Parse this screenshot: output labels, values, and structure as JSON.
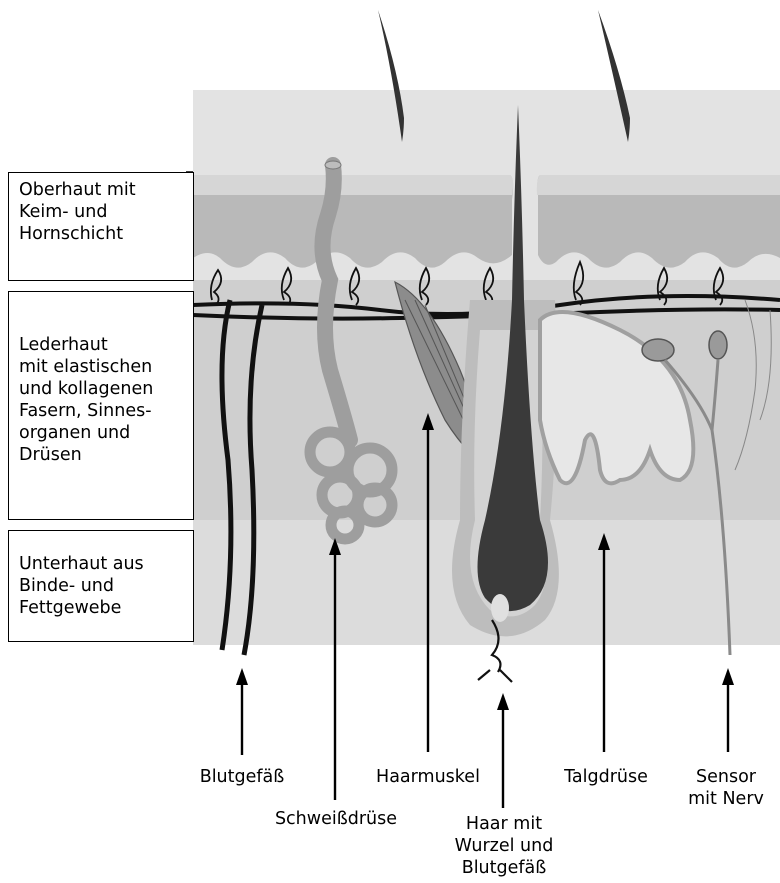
{
  "layers": {
    "epidermis": "Oberhaut mit\nKeim- und\nHornschicht",
    "dermis": "Lederhaut\nmit elastischen\nund kollagenen\nFasern, Sinnes-\norganen und\nDrüsen",
    "subcutis": "Unterhaut aus\nBinde- und\nFettgewebe"
  },
  "labels": {
    "blood_vessel": "Blutgefäß",
    "sweat_gland": "Schweißdrüse",
    "hair_muscle": "Haarmuskel",
    "hair_root": "Haar mit\nWurzel und\nBlutgefäß",
    "sebaceous_gland": "Talgdrüse",
    "sensor": "Sensor\nmit Nerv"
  },
  "colors": {
    "subcutis": "#d9d9d9",
    "dermis": "#d0d0d0",
    "epidermis": "#bdbdbd",
    "hair": "#3a3a3a",
    "gland": "#a8a8a8",
    "vessel": "#111111"
  }
}
